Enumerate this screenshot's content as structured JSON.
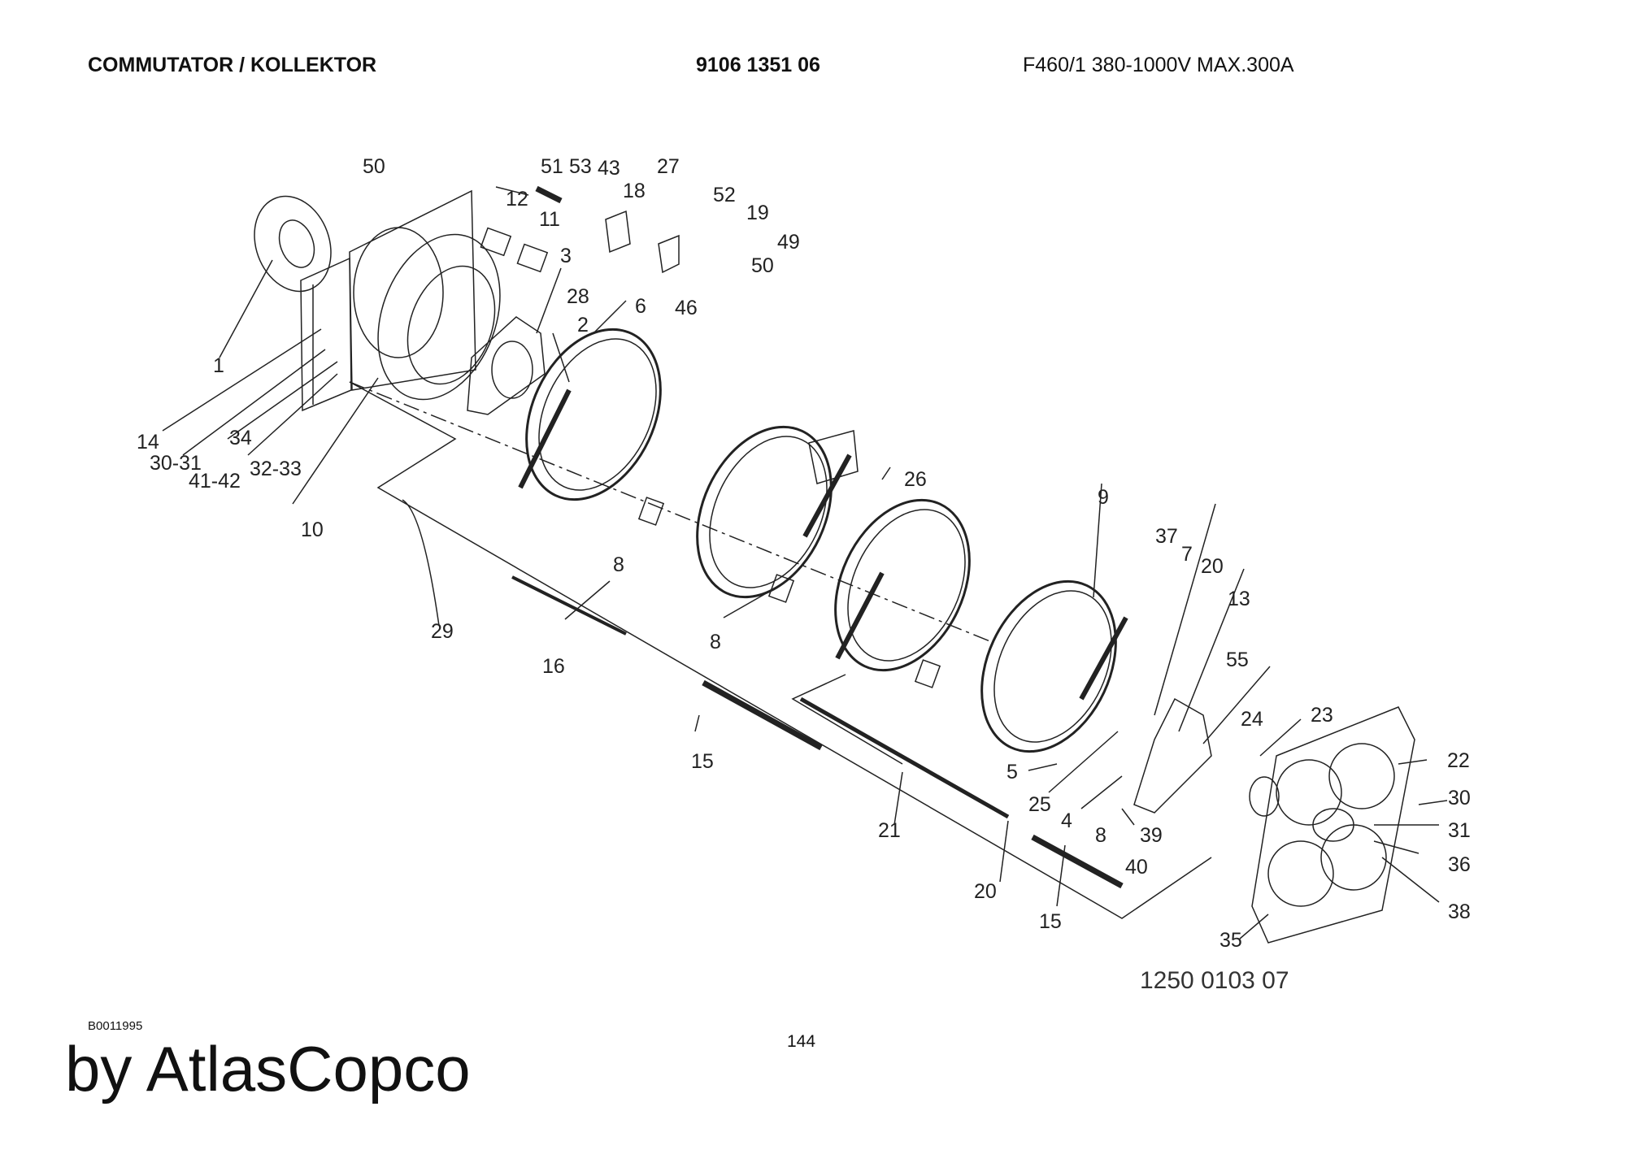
{
  "header": {
    "title": "COMMUTATOR / KOLLEKTOR",
    "part_number": "9106 1351 06",
    "model": "F460/1 380-1000V MAX.300A"
  },
  "drawing_number": "1250 0103 07",
  "doc_ref": "B0011995",
  "page_number": "144",
  "brand": "by AtlasCopco",
  "callouts": {
    "c1": "1",
    "c14": "14",
    "c30_31": "30-31",
    "c34": "34",
    "c41_42": "41-42",
    "c32_33": "32-33",
    "c10": "10",
    "c50a": "50",
    "c12": "12",
    "c11": "11",
    "c51": "51",
    "c53": "53",
    "c43": "43",
    "c18": "18",
    "c27": "27",
    "c52": "52",
    "c19": "19",
    "c49": "49",
    "c50b": "50",
    "c28": "28",
    "c46": "46",
    "c3": "3",
    "c2": "2",
    "c6": "6",
    "c29": "29",
    "c16": "16",
    "c8a": "8",
    "c26": "26",
    "c8b": "8",
    "c15a": "15",
    "c21": "21",
    "c20a": "20",
    "c15b": "15",
    "c9": "9",
    "c37": "37",
    "c7": "7",
    "c20b": "20",
    "c13": "13",
    "c55": "55",
    "c24": "24",
    "c23": "23",
    "c22": "22",
    "c30": "30",
    "c31": "31",
    "c36": "36",
    "c38": "38",
    "c5": "5",
    "c25": "25",
    "c4": "4",
    "c8c": "8",
    "c39": "39",
    "c40": "40",
    "c35": "35"
  }
}
